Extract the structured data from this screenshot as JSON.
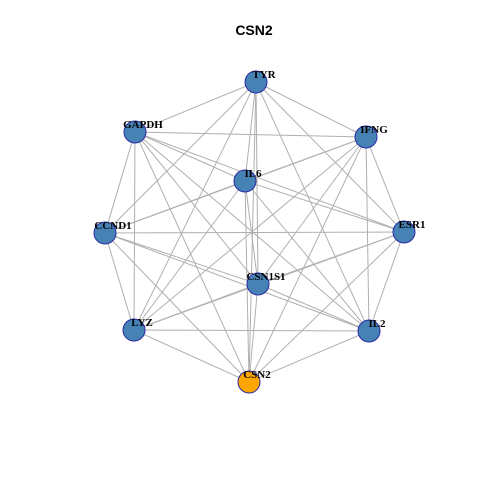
{
  "title": "CSN2",
  "colors": {
    "node_default": "#4682b4",
    "node_focus": "#ffa500",
    "node_border": "#2a2aa8",
    "edge": "#b0b0b0"
  },
  "nodes": [
    {
      "id": "TYR",
      "label": "TYR",
      "focus": false
    },
    {
      "id": "IFNG",
      "label": "IFNG",
      "focus": false
    },
    {
      "id": "GAPDH",
      "label": "GAPDH",
      "focus": false
    },
    {
      "id": "IL6",
      "label": "IL6",
      "focus": false
    },
    {
      "id": "CCND1",
      "label": "CCND1",
      "focus": false
    },
    {
      "id": "ESR1",
      "label": "ESR1",
      "focus": false
    },
    {
      "id": "CSN1S1",
      "label": "CSN1S1",
      "focus": false
    },
    {
      "id": "LYZ",
      "label": "LYZ",
      "focus": false
    },
    {
      "id": "IL2",
      "label": "IL2",
      "focus": false
    },
    {
      "id": "CSN2",
      "label": "CSN2",
      "focus": true
    }
  ],
  "edges": [
    [
      "TYR",
      "GAPDH"
    ],
    [
      "TYR",
      "IFNG"
    ],
    [
      "TYR",
      "IL6"
    ],
    [
      "TYR",
      "CCND1"
    ],
    [
      "TYR",
      "ESR1"
    ],
    [
      "TYR",
      "CSN1S1"
    ],
    [
      "TYR",
      "LYZ"
    ],
    [
      "TYR",
      "IL2"
    ],
    [
      "TYR",
      "CSN2"
    ],
    [
      "IFNG",
      "GAPDH"
    ],
    [
      "IFNG",
      "IL6"
    ],
    [
      "IFNG",
      "CCND1"
    ],
    [
      "IFNG",
      "ESR1"
    ],
    [
      "IFNG",
      "CSN1S1"
    ],
    [
      "IFNG",
      "LYZ"
    ],
    [
      "IFNG",
      "IL2"
    ],
    [
      "IFNG",
      "CSN2"
    ],
    [
      "GAPDH",
      "IL6"
    ],
    [
      "GAPDH",
      "CCND1"
    ],
    [
      "GAPDH",
      "ESR1"
    ],
    [
      "GAPDH",
      "CSN1S1"
    ],
    [
      "GAPDH",
      "LYZ"
    ],
    [
      "GAPDH",
      "IL2"
    ],
    [
      "GAPDH",
      "CSN2"
    ],
    [
      "IL6",
      "CCND1"
    ],
    [
      "IL6",
      "ESR1"
    ],
    [
      "IL6",
      "CSN1S1"
    ],
    [
      "IL6",
      "LYZ"
    ],
    [
      "IL6",
      "IL2"
    ],
    [
      "IL6",
      "CSN2"
    ],
    [
      "CCND1",
      "ESR1"
    ],
    [
      "CCND1",
      "CSN1S1"
    ],
    [
      "CCND1",
      "LYZ"
    ],
    [
      "CCND1",
      "IL2"
    ],
    [
      "CCND1",
      "CSN2"
    ],
    [
      "ESR1",
      "CSN1S1"
    ],
    [
      "ESR1",
      "LYZ"
    ],
    [
      "ESR1",
      "IL2"
    ],
    [
      "ESR1",
      "CSN2"
    ],
    [
      "CSN1S1",
      "LYZ"
    ],
    [
      "CSN1S1",
      "IL2"
    ],
    [
      "CSN1S1",
      "CSN2"
    ],
    [
      "LYZ",
      "IL2"
    ],
    [
      "LYZ",
      "CSN2"
    ],
    [
      "IL2",
      "CSN2"
    ]
  ]
}
